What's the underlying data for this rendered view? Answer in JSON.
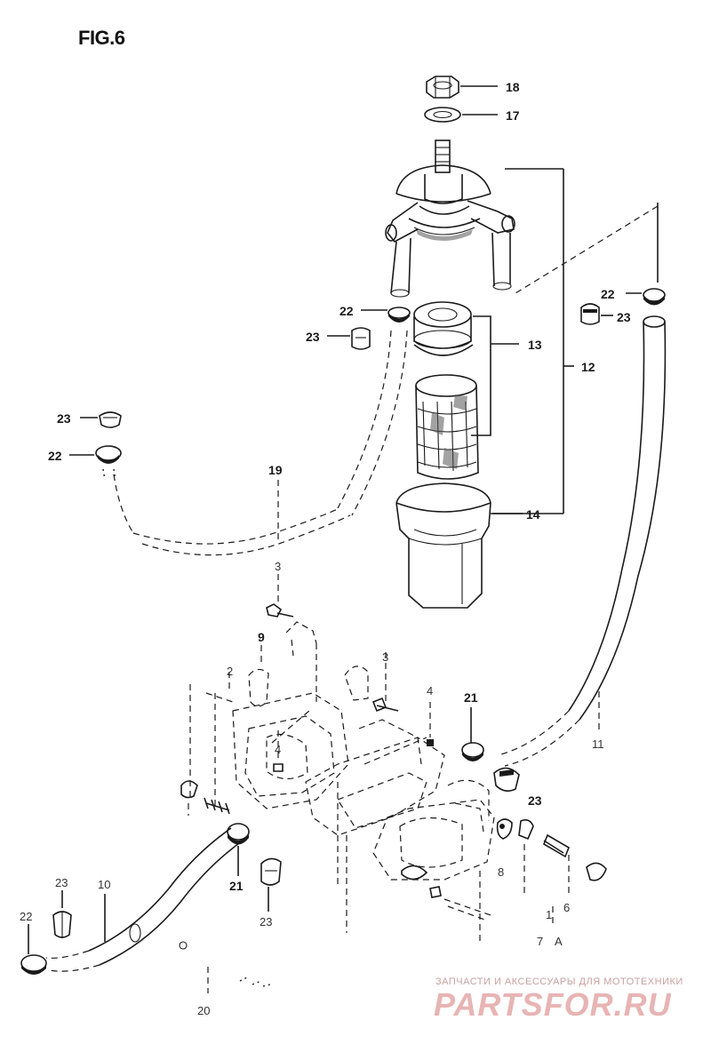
{
  "figure": {
    "title": "FIG.6"
  },
  "callouts": {
    "c18": "18",
    "c17": "17",
    "c13": "13",
    "c12": "12",
    "c14": "14",
    "c22a": "22",
    "c23a": "23",
    "c22b": "22",
    "c23b": "23",
    "c23c": "23",
    "c22c": "22",
    "c19": "19",
    "c11": "11",
    "c3a": "3",
    "c9": "9",
    "c2": "2",
    "c3b": "3",
    "c4a": "4",
    "c4b": "4",
    "c21a": "21",
    "c23d": "23",
    "c8": "8",
    "c1": "1",
    "c6": "6",
    "c7": "7",
    "cA": "A",
    "c21b": "21",
    "c23e": "23",
    "c23f": "23",
    "c10": "10",
    "c22d": "22",
    "c20": "20"
  },
  "watermark": {
    "tagline": "ЗАПЧАСТИ И АКСЕССУАРЫ ДЛЯ МОТОТЕХНИКИ",
    "brand": "PARTSFOR.RU"
  }
}
